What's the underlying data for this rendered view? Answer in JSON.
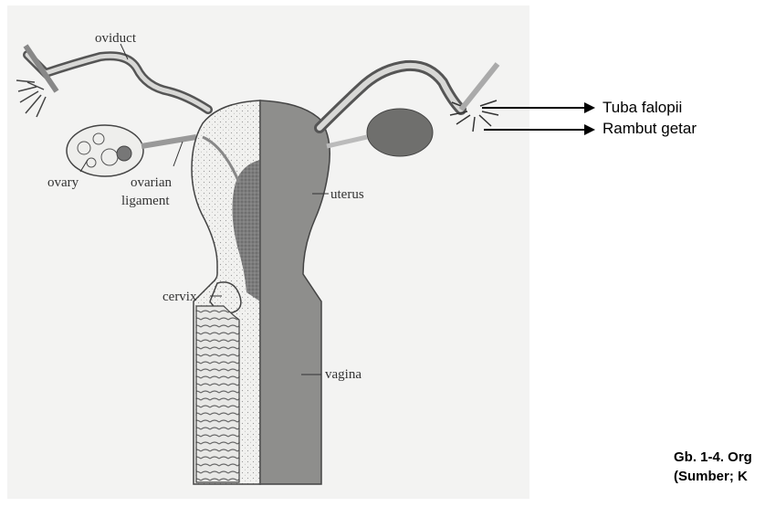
{
  "diagram": {
    "labels": {
      "oviduct": "oviduct",
      "ovary": "ovary",
      "ovarian_line1": "ovarian",
      "ovarian_line2": "ligament",
      "uterus": "uterus",
      "cervix": "cervix",
      "vagina": "vagina"
    }
  },
  "callouts": {
    "tuba_falopii": "Tuba falopii",
    "rambut_getar": "Rambut getar"
  },
  "caption": {
    "line1": "Gb. 1-4. Org",
    "line2": "(Sumber; K"
  }
}
